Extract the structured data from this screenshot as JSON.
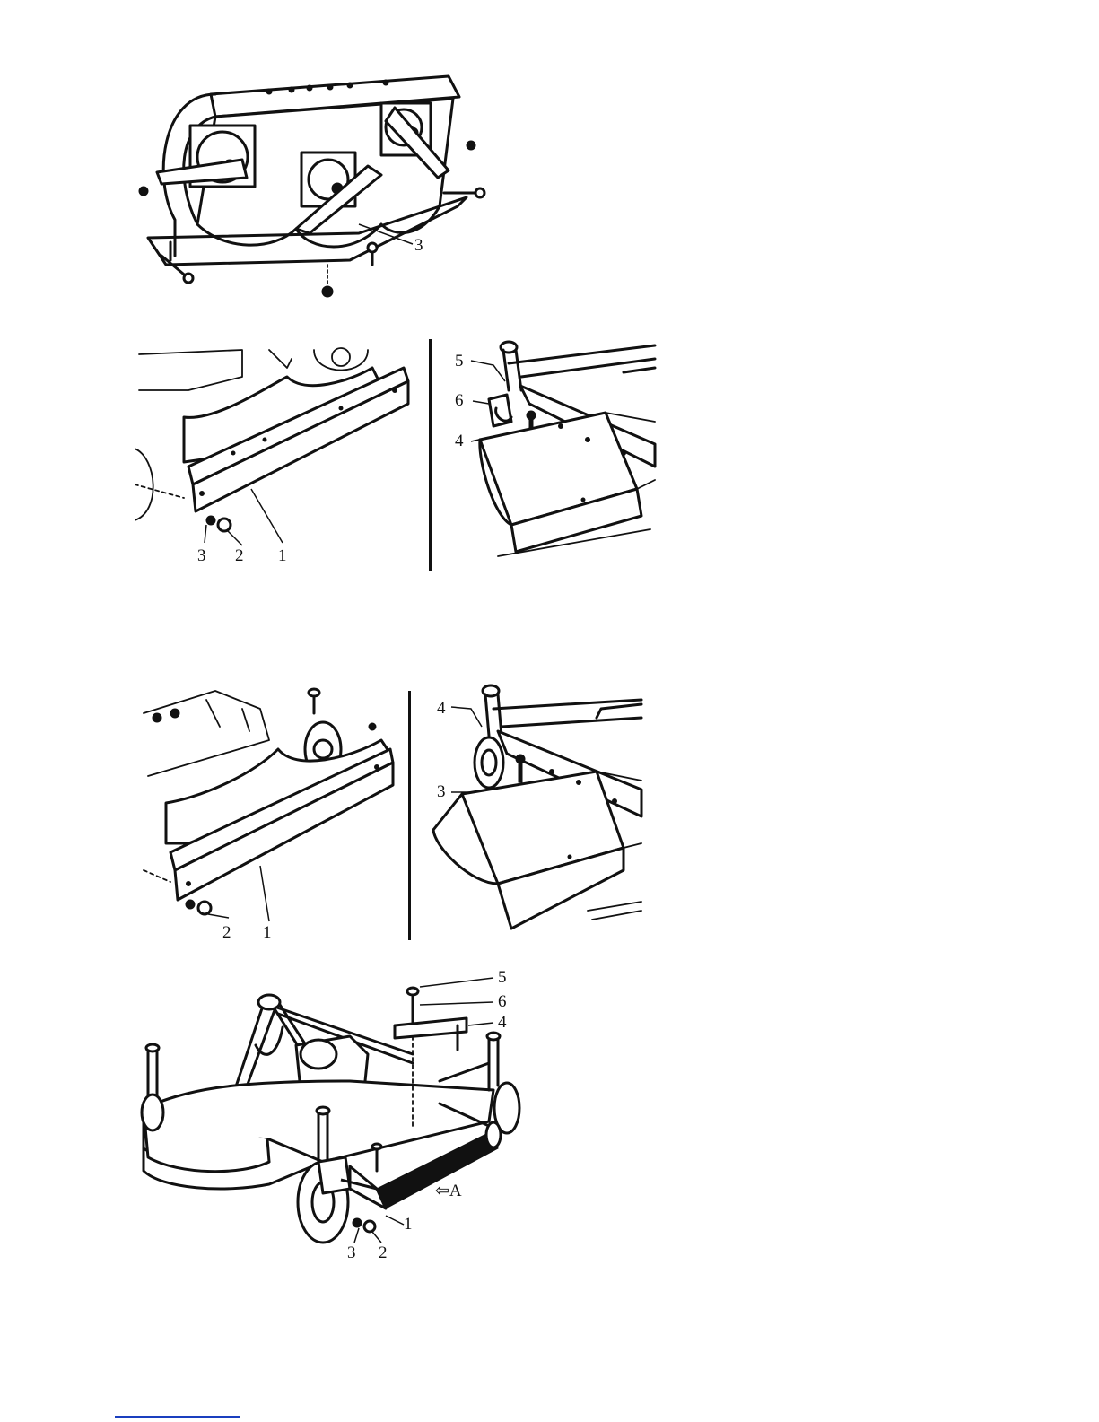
{
  "figures": {
    "figure1": {
      "callouts": [
        "3"
      ]
    },
    "figure2_left": {
      "callouts": [
        "3",
        "2",
        "1"
      ]
    },
    "figure2_right": {
      "callouts": [
        "5",
        "6",
        "4"
      ]
    },
    "figure3_left": {
      "callouts": [
        "2",
        "1"
      ]
    },
    "figure3_right": {
      "callouts": [
        "4",
        "3"
      ]
    },
    "figure4": {
      "callouts": [
        "5",
        "6",
        "4",
        "1",
        "3",
        "2"
      ],
      "arrow_label": "⇦A"
    }
  },
  "colors": {
    "ink": "#111111",
    "paper": "#ffffff",
    "footnote_rule": "#1a3fbf"
  }
}
